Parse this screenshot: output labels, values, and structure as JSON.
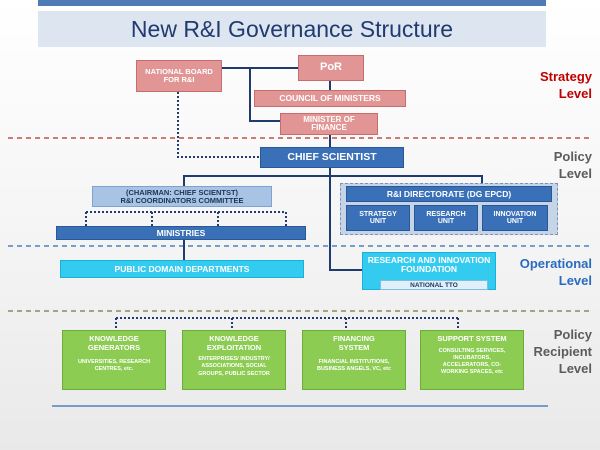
{
  "title": "New R&I Governance Structure",
  "levels": {
    "strategy": [
      "Strategy",
      "Level"
    ],
    "policy": [
      "Policy",
      "Level"
    ],
    "operational": [
      "Operational",
      "Level"
    ],
    "recipient": [
      "Policy",
      "Recipient",
      "Level"
    ]
  },
  "boxes": {
    "national_board": [
      "NATIONAL BOARD",
      "FOR R&I"
    ],
    "por": "PoR",
    "council": "COUNCIL OF MINISTERS",
    "minister": [
      "MINISTER OF",
      "FINANCE"
    ],
    "chief_scientist": "CHIEF SCIENTIST",
    "coordinators": [
      "(CHAIRMAN: CHIEF SCIENTST)",
      "R&I COORDINATORS COMMITTEE"
    ],
    "ministries": "MINISTRIES",
    "public_domain": "PUBLIC DOMAIN DEPARTMENTS",
    "directorate": "R&I DIRECTORATE (DG EPCD)",
    "strategy_unit": [
      "STRATEGY",
      "UNIT"
    ],
    "research_unit": [
      "RESEARCH",
      "UNIT"
    ],
    "innovation_unit": [
      "INNOVATION",
      "UNIT"
    ],
    "rif": [
      "RESEARCH AND INNOVATION",
      "FOUNDATION"
    ],
    "national_tto": "NATIONAL TTO"
  },
  "recipients": [
    {
      "title": [
        "KNOWLEDGE",
        "GENERATORS"
      ],
      "sub": [
        "UNIVERSITIES, RESEARCH",
        "CENTRES, etc."
      ]
    },
    {
      "title": [
        "KNOWLEDGE",
        "EXPLOITATION"
      ],
      "sub": [
        "ENTERPRISES/ INDUSTRY/",
        "ASSOCIATIONS, SOCIAL",
        "GROUPS, PUBLIC SECTOR"
      ]
    },
    {
      "title": [
        "FINANCING",
        "SYSTEM"
      ],
      "sub": [
        "FINANCIAL INSTITUTIONS,",
        "BUSINESS ANGELS, VC, etc"
      ]
    },
    {
      "title": [
        "SUPPORT SYSTEM"
      ],
      "sub": [
        "CONSULTING SERVICES,",
        "INCUBATORS,",
        "ACCELERATORS, CO-",
        "WORKING SPACES, etc"
      ]
    }
  ],
  "colors": {
    "strategy_level": "#c00000",
    "policy_level": "#5c5c5c",
    "operational_level": "#2a6bbf",
    "pink_box": "#e29595",
    "blue_box": "#3a70b8",
    "green_box": "#8ccc52",
    "cyan_box": "#33ccf0"
  }
}
